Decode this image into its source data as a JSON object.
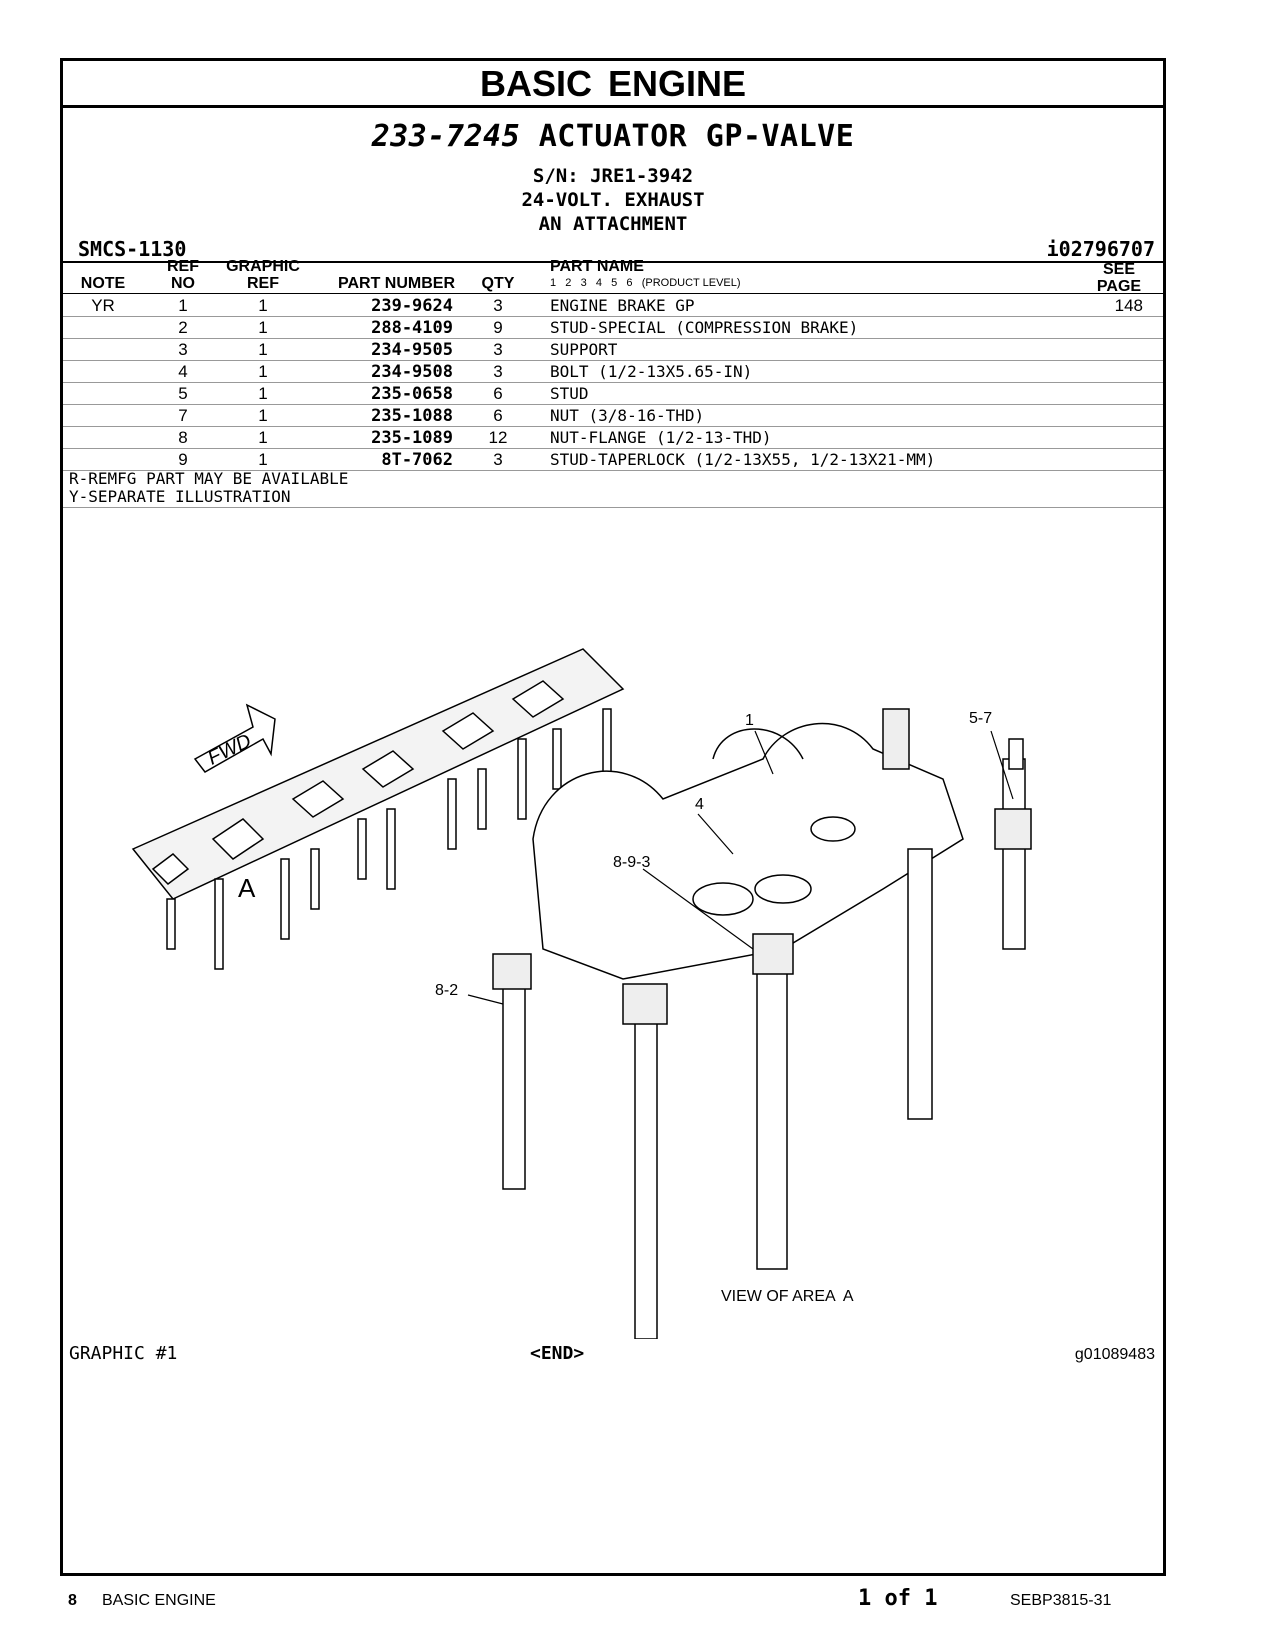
{
  "section_title": "BASIC ENGINE",
  "group": {
    "number": "233-7245",
    "name": "ACTUATOR GP-VALVE"
  },
  "sublines": [
    "S/N: JRE1-3942",
    "24-VOLT. EXHAUST",
    "AN ATTACHMENT"
  ],
  "smcs": "SMCS-1130",
  "ident": "i02796707",
  "headers": {
    "note": "NOTE",
    "ref_no_1": "REF",
    "ref_no_2": "NO",
    "graphic_ref_1": "GRAPHIC",
    "graphic_ref_2": "REF",
    "part_number": "PART NUMBER",
    "qty": "QTY",
    "part_name": "PART NAME",
    "product_levels": "1   2   3   4   5   6   (PRODUCT LEVEL)",
    "see_page_1": "SEE",
    "see_page_2": "PAGE"
  },
  "rows": [
    {
      "note": "YR",
      "ref": "1",
      "graphic": "1",
      "part_number": "239-9624",
      "qty": "3",
      "name": "ENGINE BRAKE GP",
      "see": "148"
    },
    {
      "note": "",
      "ref": "2",
      "graphic": "1",
      "part_number": "288-4109",
      "qty": "9",
      "name": "STUD-SPECIAL (COMPRESSION BRAKE)",
      "see": ""
    },
    {
      "note": "",
      "ref": "3",
      "graphic": "1",
      "part_number": "234-9505",
      "qty": "3",
      "name": "SUPPORT",
      "see": ""
    },
    {
      "note": "",
      "ref": "4",
      "graphic": "1",
      "part_number": "234-9508",
      "qty": "3",
      "name": "BOLT (1/2-13X5.65-IN)",
      "see": ""
    },
    {
      "note": "",
      "ref": "5",
      "graphic": "1",
      "part_number": "235-0658",
      "qty": "6",
      "name": "STUD",
      "see": ""
    },
    {
      "note": "",
      "ref": "7",
      "graphic": "1",
      "part_number": "235-1088",
      "qty": "6",
      "name": "NUT (3/8-16-THD)",
      "see": ""
    },
    {
      "note": "",
      "ref": "8",
      "graphic": "1",
      "part_number": "235-1089",
      "qty": "12",
      "name": "NUT-FLANGE (1/2-13-THD)",
      "see": ""
    },
    {
      "note": "",
      "ref": "9",
      "graphic": "1",
      "part_number": "8T-7062",
      "qty": "3",
      "name": "STUD-TAPERLOCK (1/2-13X55, 1/2-13X21-MM)",
      "see": ""
    }
  ],
  "footnotes": [
    "R-REMFG PART MAY BE AVAILABLE",
    "Y-SEPARATE ILLUSTRATION"
  ],
  "illustration": {
    "fwd": "FWD",
    "area_letter": "A",
    "callouts": [
      "1",
      "5-7",
      "4",
      "8-9-3",
      "8-2"
    ],
    "view_caption": "VIEW OF AREA  A"
  },
  "graphic_label": "GRAPHIC #1",
  "end_label": "<END>",
  "graphic_id": "g01089483",
  "page_footer": {
    "page_number": "8",
    "section": "BASIC ENGINE",
    "page_of": "1 of 1",
    "doc_id": "SEBP3815-31"
  }
}
